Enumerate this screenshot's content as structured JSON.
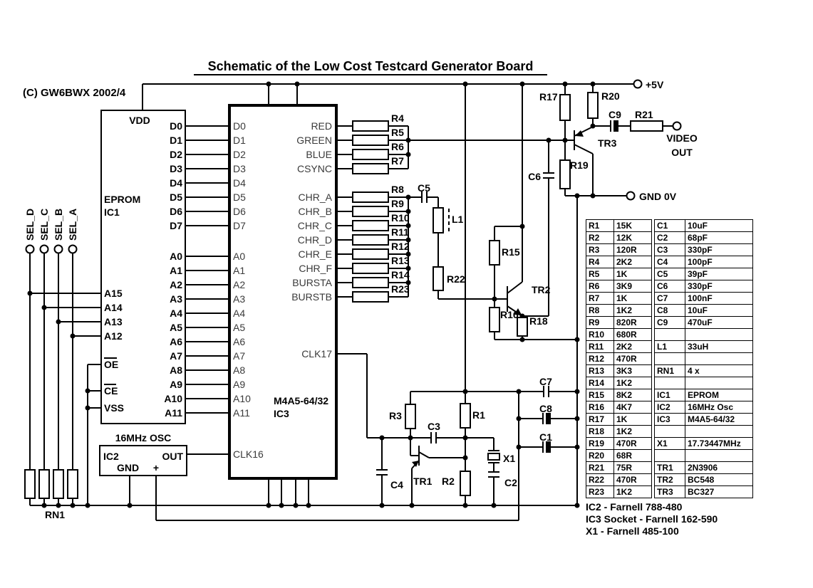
{
  "title": "Schematic of the Low Cost Testcard Generator Board",
  "copyright": "(C) GW6BWX 2002/4",
  "terminals": {
    "plus5v": "+5V",
    "gnd": "GND 0V",
    "video1": "VIDEO",
    "video2": "OUT"
  },
  "ic1": {
    "ref": "IC1",
    "type": "EPROM",
    "vdd": "VDD",
    "vss": "VSS",
    "oe": "OE",
    "ce": "CE",
    "data_pins": [
      "D0",
      "D1",
      "D2",
      "D3",
      "D4",
      "D5",
      "D6",
      "D7"
    ],
    "addr_pins": [
      "A0",
      "A1",
      "A2",
      "A3",
      "A4",
      "A5",
      "A6",
      "A7",
      "A8",
      "A9",
      "A10",
      "A11"
    ],
    "hi_addr_pins": [
      "A15",
      "A14",
      "A13",
      "A12"
    ]
  },
  "ic2": {
    "ref": "IC2",
    "title": "16MHz OSC",
    "out": "OUT",
    "gnd": "GND",
    "plus": "+"
  },
  "ic3": {
    "ref": "IC3",
    "type": "M4A5-64/32",
    "clk16": "CLK16",
    "clk17": "CLK17",
    "data_pins": [
      "D0",
      "D1",
      "D2",
      "D3",
      "D4",
      "D5",
      "D6",
      "D7"
    ],
    "addr_pins": [
      "A0",
      "A1",
      "A2",
      "A3",
      "A4",
      "A5",
      "A6",
      "A7",
      "A8",
      "A9",
      "A10",
      "A11"
    ],
    "video_pins": [
      "RED",
      "GREEN",
      "BLUE",
      "CSYNC"
    ],
    "chroma_pins": [
      "CHR_A",
      "CHR_B",
      "CHR_C",
      "CHR_D",
      "CHR_E",
      "CHR_F",
      "BURSTA",
      "BURSTB"
    ]
  },
  "sel_inputs": [
    "SEL_D",
    "SEL_C",
    "SEL_B",
    "SEL_A"
  ],
  "rn1_label": "RN1",
  "video_resistor_refs": [
    "R4",
    "R5",
    "R6",
    "R7"
  ],
  "chroma_resistor_refs": [
    "R8",
    "R9",
    "R10",
    "R11",
    "R12",
    "R13",
    "R14",
    "R23"
  ],
  "refs": {
    "r1": "R1",
    "r2": "R2",
    "r3": "R3",
    "r15": "R15",
    "r16": "R16",
    "r17": "R17",
    "r18": "R18",
    "r19": "R19",
    "r20": "R20",
    "r21": "R21",
    "r22": "R22",
    "c1": "C1",
    "c2": "C2",
    "c3": "C3",
    "c4": "C4",
    "c5": "C5",
    "c6": "C6",
    "c7": "C7",
    "c8": "C8",
    "c9": "C9",
    "l1": "L1",
    "x1": "X1",
    "tr1": "TR1",
    "tr2": "TR2",
    "tr3": "TR3"
  },
  "tables": {
    "left": {
      "rows": [
        [
          "R1",
          "15K"
        ],
        [
          "R2",
          "12K"
        ],
        [
          "R3",
          "120R"
        ],
        [
          "R4",
          "2K2"
        ],
        [
          "R5",
          "1K"
        ],
        [
          "R6",
          "3K9"
        ],
        [
          "R7",
          "1K"
        ],
        [
          "R8",
          "1K2"
        ],
        [
          "R9",
          "820R"
        ],
        [
          "R10",
          "680R"
        ],
        [
          "R11",
          "2K2"
        ],
        [
          "R12",
          "470R"
        ],
        [
          "R13",
          "3K3"
        ],
        [
          "R14",
          "1K2"
        ],
        [
          "R15",
          "8K2"
        ],
        [
          "R16",
          "4K7"
        ],
        [
          "R17",
          "1K"
        ],
        [
          "R18",
          "1K2"
        ],
        [
          "R19",
          "470R"
        ],
        [
          "R20",
          "68R"
        ],
        [
          "R21",
          "75R"
        ],
        [
          "R22",
          "470R"
        ],
        [
          "R23",
          "1K2"
        ]
      ]
    },
    "right": {
      "rows": [
        [
          "C1",
          "10uF"
        ],
        [
          "C2",
          "68pF"
        ],
        [
          "C3",
          "330pF"
        ],
        [
          "C4",
          "100pF"
        ],
        [
          "C5",
          "39pF"
        ],
        [
          "C6",
          "330pF"
        ],
        [
          "C7",
          "100nF"
        ],
        [
          "C8",
          "10uF"
        ],
        [
          "C9",
          "470uF"
        ],
        [
          "",
          ""
        ],
        [
          "L1",
          "33uH"
        ],
        [
          "",
          ""
        ],
        [
          "RN1",
          "4 x"
        ],
        [
          "",
          ""
        ],
        [
          "IC1",
          "EPROM"
        ],
        [
          "IC2",
          "16MHz Osc"
        ],
        [
          "IC3",
          "M4A5-64/32"
        ],
        [
          "",
          ""
        ],
        [
          "X1",
          "17.73447MHz"
        ],
        [
          "",
          ""
        ],
        [
          "TR1",
          "2N3906"
        ],
        [
          "TR2",
          "BC548"
        ],
        [
          "TR3",
          "BC327"
        ]
      ]
    }
  },
  "notes": [
    "IC2 - Farnell 788-480",
    "IC3 Socket - Farnell 162-590",
    "X1 - Farnell 485-100"
  ]
}
